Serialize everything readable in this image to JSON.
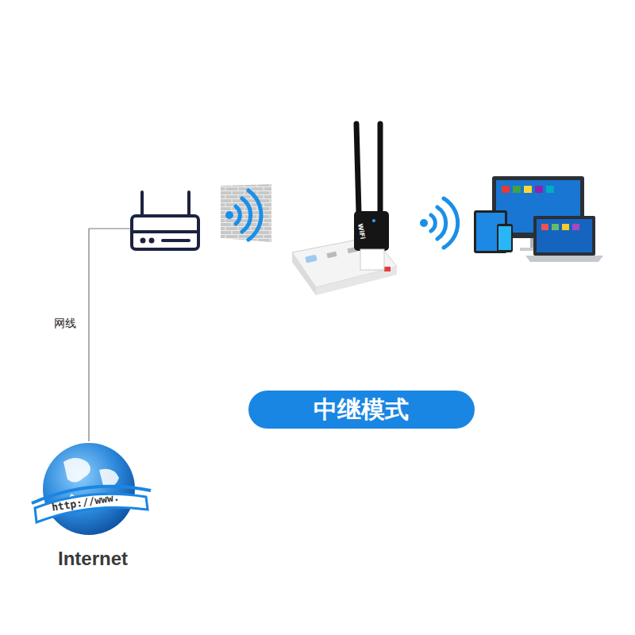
{
  "diagram": {
    "nodes": [
      {
        "text": [
          "中继模式"
        ]
      },
      {
        "text": [
          "http://www.",
          "Internet"
        ]
      }
    ],
    "labels": [
      "网线",
      "WiFi"
    ]
  }
}
